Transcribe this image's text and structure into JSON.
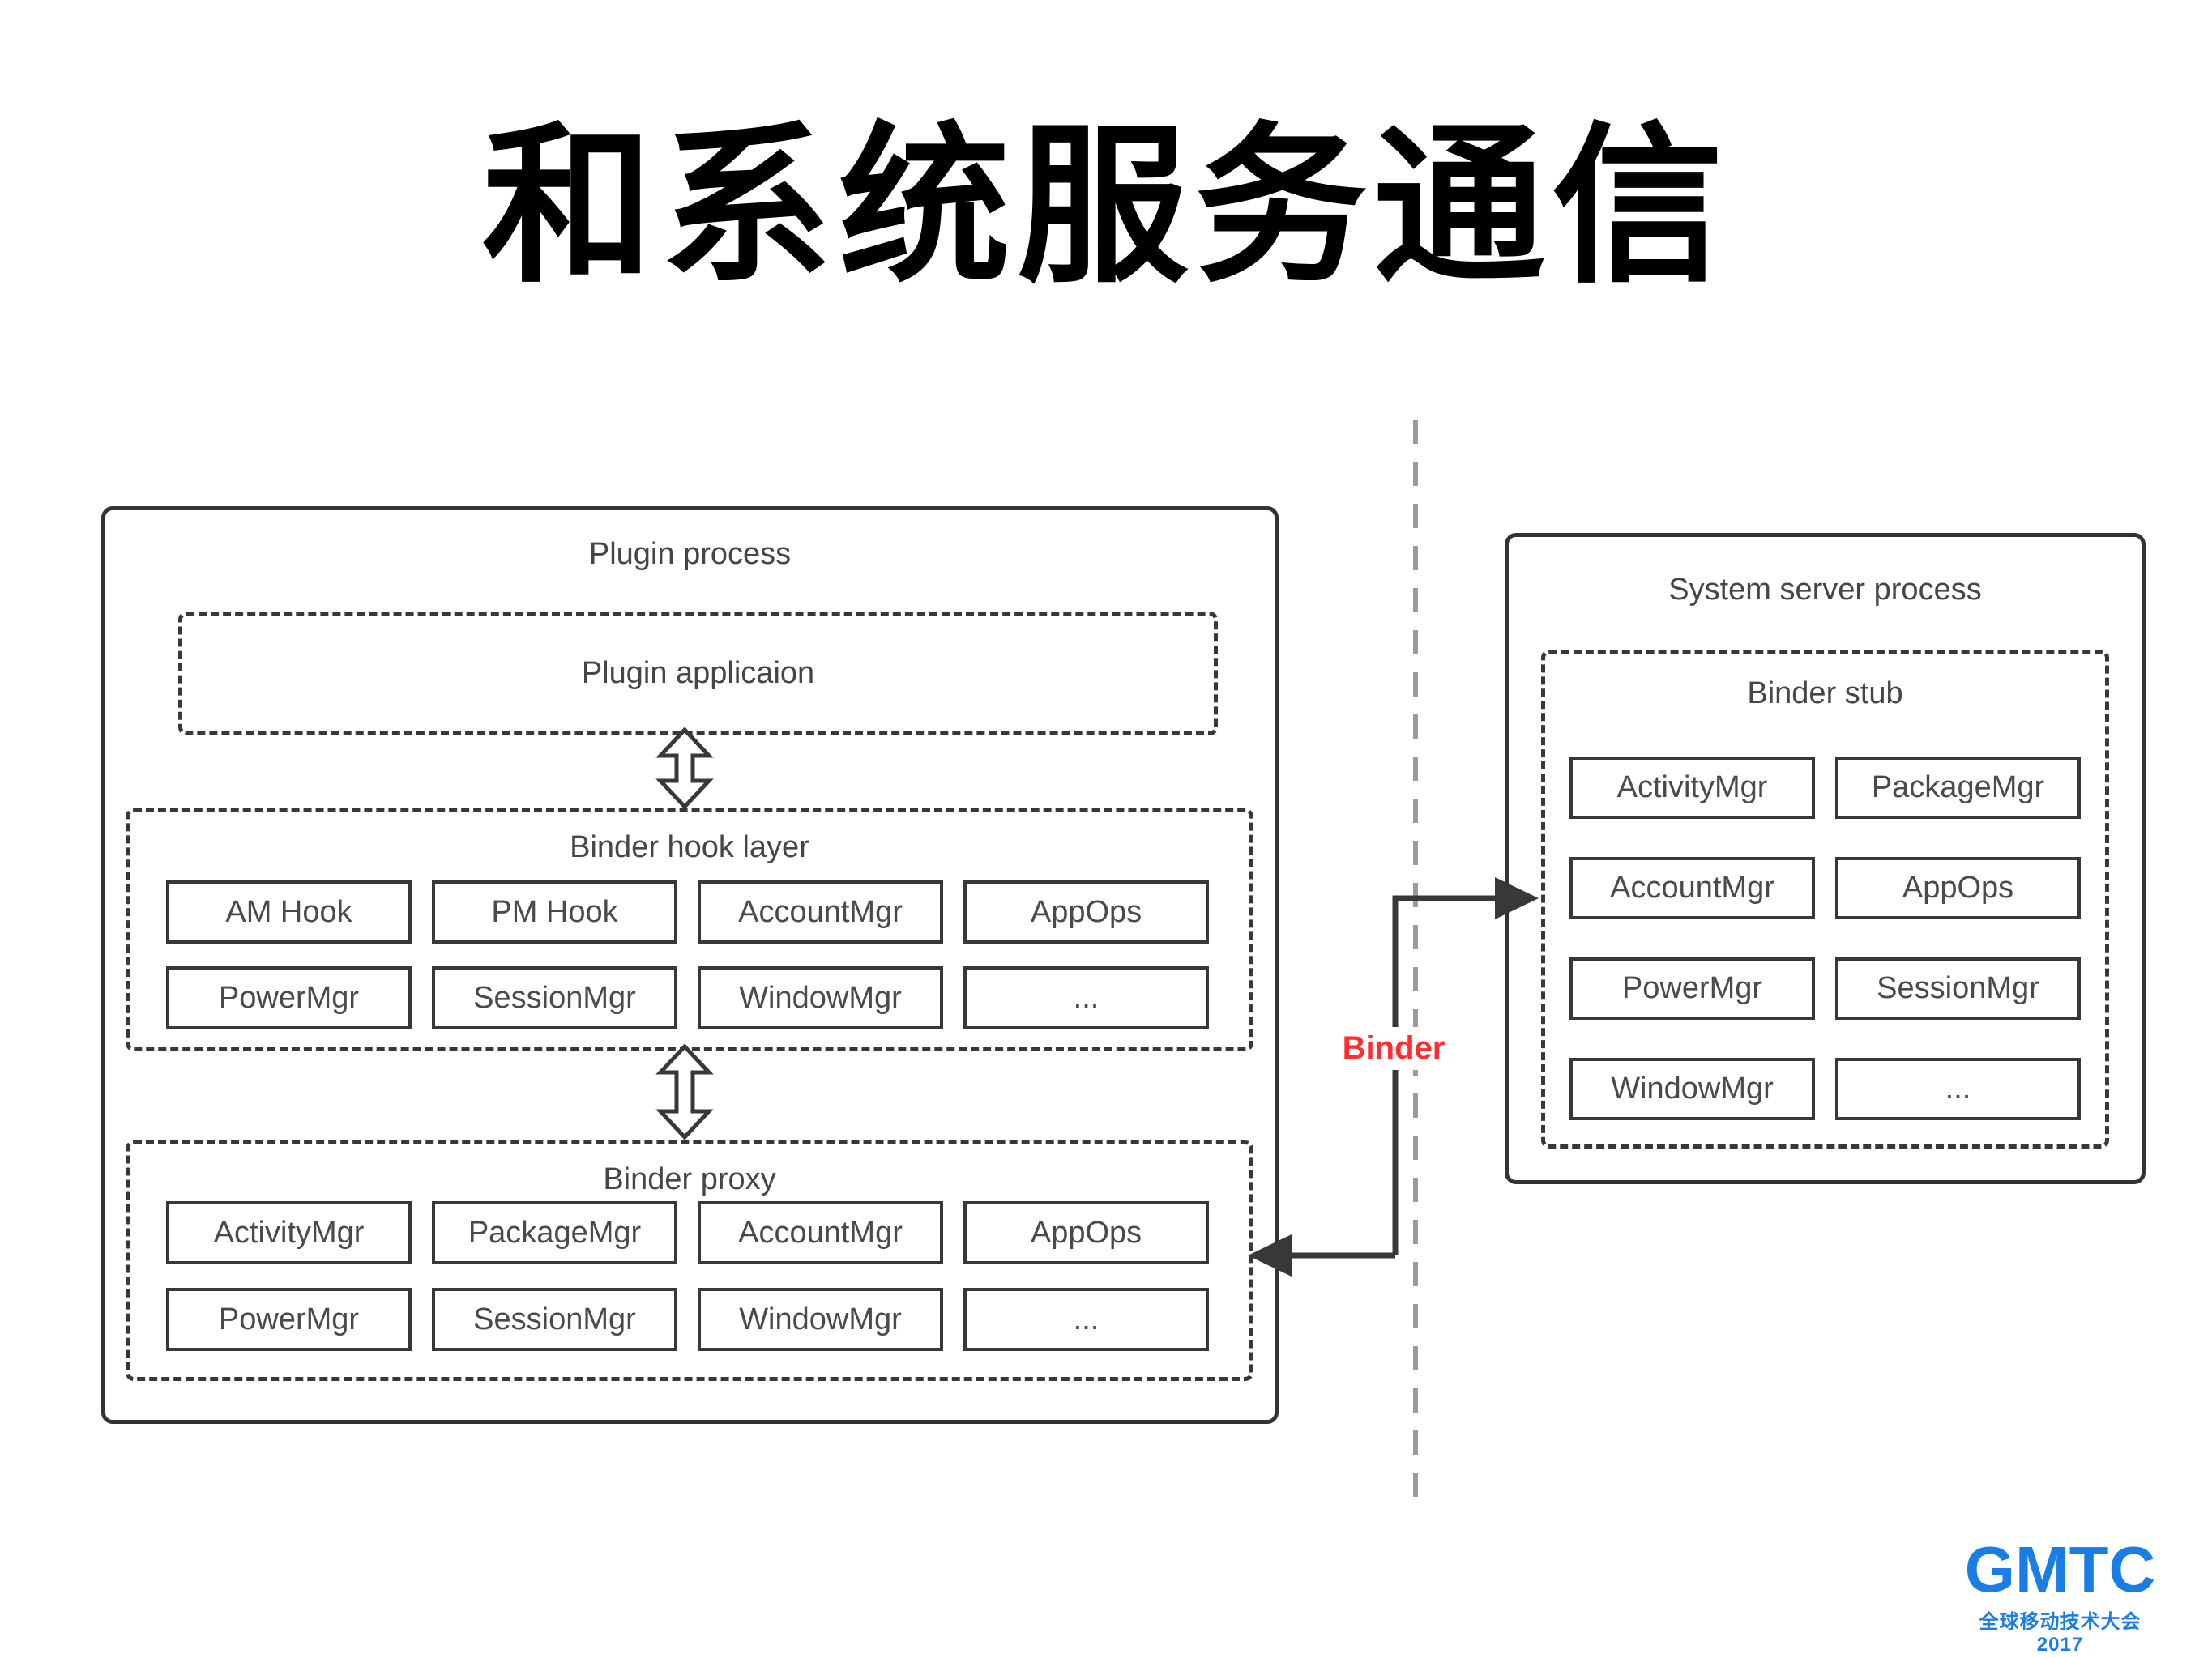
{
  "slide": {
    "title": "和系统服务通信"
  },
  "plugin_process": {
    "label": "Plugin process",
    "plugin_application": {
      "label": "Plugin applicaion"
    },
    "binder_hook_layer": {
      "label": "Binder hook layer",
      "items": [
        "AM Hook",
        "PM Hook",
        "AccountMgr",
        "AppOps",
        "PowerMgr",
        "SessionMgr",
        "WindowMgr",
        "..."
      ]
    },
    "binder_proxy": {
      "label": "Binder proxy",
      "items": [
        "ActivityMgr",
        "PackageMgr",
        "AccountMgr",
        "AppOps",
        "PowerMgr",
        "SessionMgr",
        "WindowMgr",
        "..."
      ]
    }
  },
  "system_server_process": {
    "label": "System server process",
    "binder_stub": {
      "label": "Binder stub",
      "items": [
        "ActivityMgr",
        "PackageMgr",
        "AccountMgr",
        "AppOps",
        "PowerMgr",
        "SessionMgr",
        "WindowMgr",
        "..."
      ]
    }
  },
  "connector": {
    "label": "Binder",
    "color": "#FF2D2D"
  },
  "footer_logo": {
    "text": "GMTC",
    "tagline": "全球移动技术大会2017",
    "color": "#1A7DE5"
  }
}
